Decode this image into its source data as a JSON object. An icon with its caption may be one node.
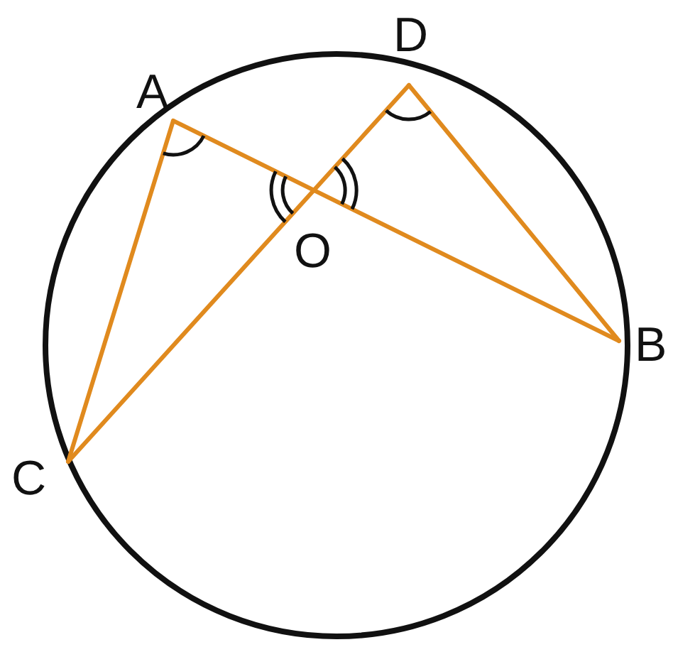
{
  "diagram": {
    "labels": [
      "A",
      "D",
      "O",
      "B",
      "C"
    ]
  }
}
